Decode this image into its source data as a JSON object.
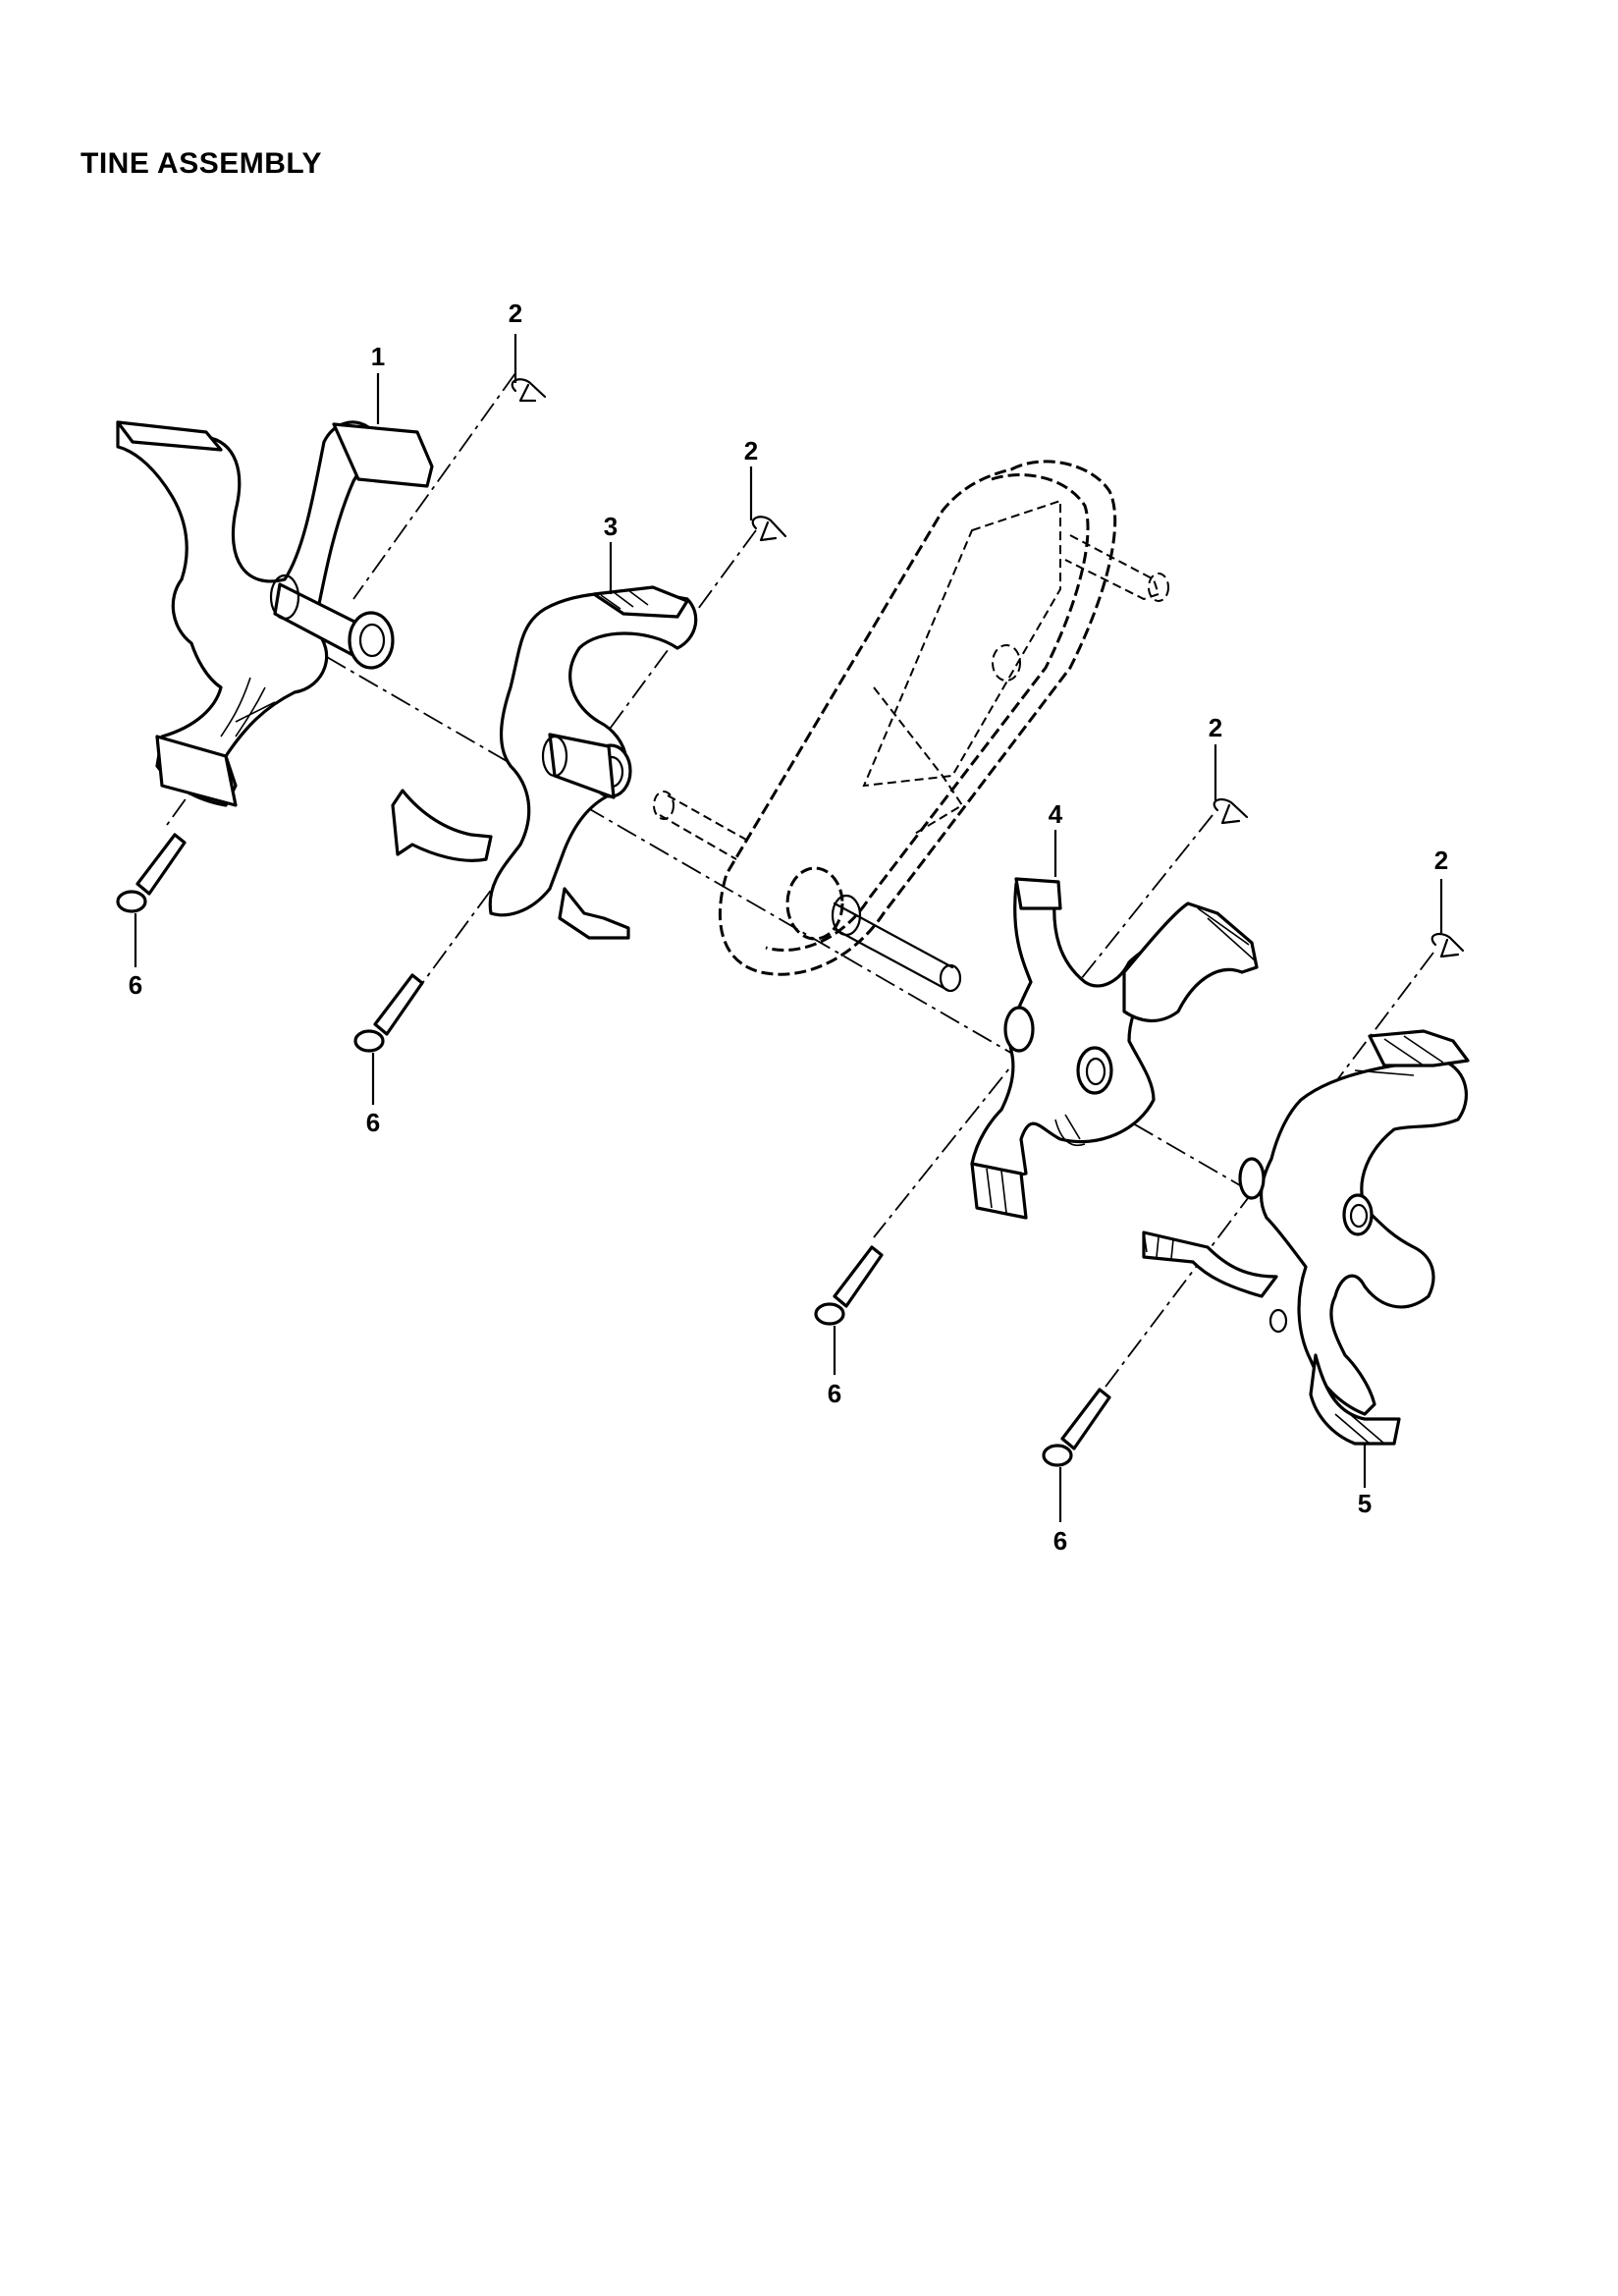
{
  "title": "TINE ASSEMBLY",
  "callouts": [
    {
      "id": "tine-outer-left",
      "label": "1"
    },
    {
      "id": "hairpin-clip-1",
      "label": "2"
    },
    {
      "id": "hairpin-clip-2",
      "label": "2"
    },
    {
      "id": "hairpin-clip-3",
      "label": "2"
    },
    {
      "id": "hairpin-clip-4",
      "label": "2"
    },
    {
      "id": "tine-inner-left",
      "label": "3"
    },
    {
      "id": "tine-inner-right",
      "label": "4"
    },
    {
      "id": "tine-outer-right",
      "label": "5"
    },
    {
      "id": "clevis-pin-1",
      "label": "6"
    },
    {
      "id": "clevis-pin-2",
      "label": "6"
    },
    {
      "id": "clevis-pin-3",
      "label": "6"
    },
    {
      "id": "clevis-pin-4",
      "label": "6"
    }
  ]
}
